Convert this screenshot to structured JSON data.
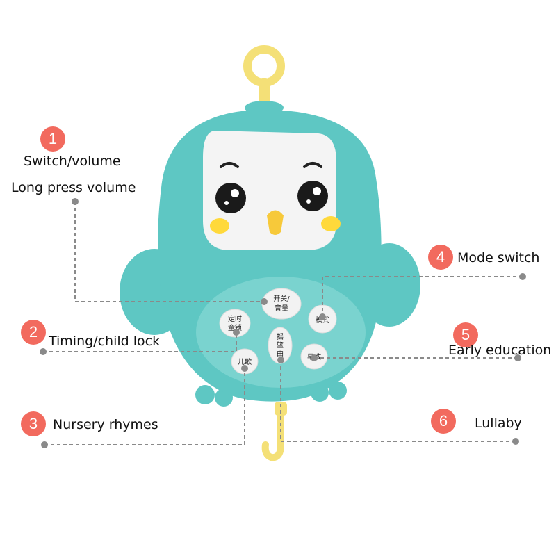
{
  "colors": {
    "badge": "#f26a5e",
    "body": "#5ec7c3",
    "face": "#f4f4f4",
    "accent_yellow": "#f7e47a",
    "cheek": "#ffd93b",
    "leader_line": "#8a8a8a"
  },
  "callouts": [
    {
      "num": "1",
      "label": "Switch/volume"
    },
    {
      "num": "",
      "label": "Long press volume"
    },
    {
      "num": "2",
      "label": "Timing/child lock"
    },
    {
      "num": "3",
      "label": "Nursery rhymes"
    },
    {
      "num": "4",
      "label": "Mode switch"
    },
    {
      "num": "5",
      "label": "Early education"
    },
    {
      "num": "6",
      "label": "Lullaby"
    }
  ],
  "buttons": {
    "power_line1": "开关/",
    "power_line2": "音量",
    "timer_line1": "定时",
    "timer_line2": "童锁",
    "mode": "模式",
    "lullaby_line1": "摇",
    "lullaby_line2": "篮",
    "lullaby_line3": "曲",
    "rhymes": "儿歌",
    "education": "早教"
  }
}
